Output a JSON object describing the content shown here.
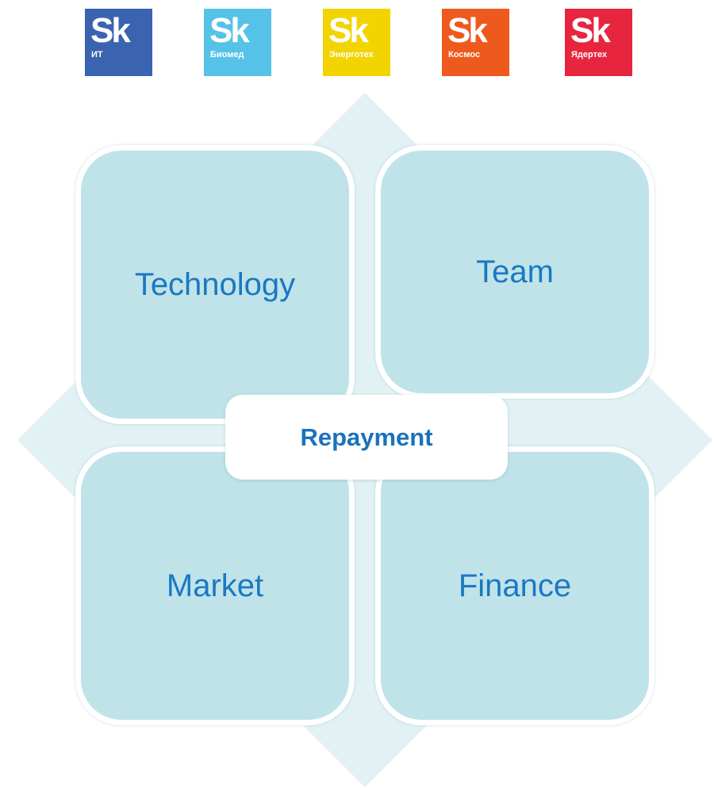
{
  "logos": [
    {
      "mark": "Sk",
      "caption": "ИТ",
      "color": "#3a63b0"
    },
    {
      "mark": "Sk",
      "caption": "Биомед",
      "color": "#56c2e8"
    },
    {
      "mark": "Sk",
      "caption": "Энерготех",
      "color": "#f2d400"
    },
    {
      "mark": "Sk",
      "caption": "Космос",
      "color": "#ee5a1e"
    },
    {
      "mark": "Sk",
      "caption": "Ядертех",
      "color": "#e8253f"
    }
  ],
  "diagram": {
    "quadrants": {
      "top_left": "Technology",
      "top_right": "Team",
      "bottom_left": "Market",
      "bottom_right": "Finance"
    },
    "center": "Repayment"
  },
  "colors": {
    "quadrant_fill": "#bfe3e9",
    "backdrop_fill": "#e2f1f4",
    "label_text": "#1a78c2"
  }
}
